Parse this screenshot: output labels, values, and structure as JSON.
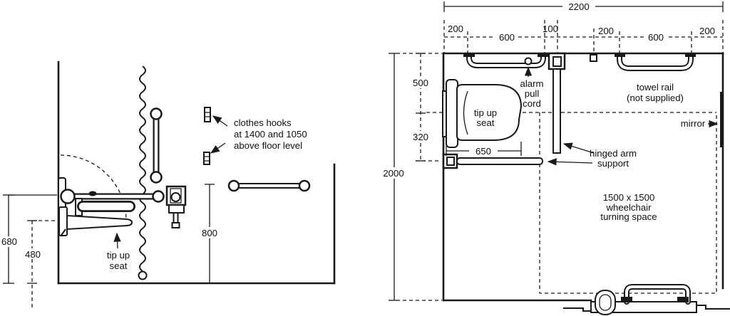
{
  "colors": {
    "line": "#1a1a1a",
    "background": "#ffffff",
    "mirror_fill": "#111111"
  },
  "elevation": {
    "clothes_hooks_label": [
      "clothes hooks",
      "at 1400 and 1050",
      "above floor level"
    ],
    "tip_up_seat_label": [
      "tip up",
      "seat"
    ],
    "dim_arm_rail_height": "680",
    "dim_seat_height": "480",
    "dim_grab_rail_height": "800"
  },
  "plan": {
    "dim_total_width": "2200",
    "top_dims": [
      "200",
      "600",
      "100",
      "200",
      "600",
      "200"
    ],
    "dim_room_depth": "2000",
    "dim_wc_centre": "500",
    "dim_arm_support": "320",
    "dim_seat_width": "650",
    "tip_up_seat_label": [
      "tip up",
      "seat"
    ],
    "alarm_label": [
      "alarm",
      "pull",
      "cord"
    ],
    "towel_rail_label": [
      "towel rail",
      "(not supplied)"
    ],
    "mirror_label": "mirror",
    "hinged_arm_label": [
      "hinged arm",
      "support"
    ],
    "turning_space_label": [
      "1500 x 1500",
      "wheelchair",
      "turning space"
    ]
  }
}
